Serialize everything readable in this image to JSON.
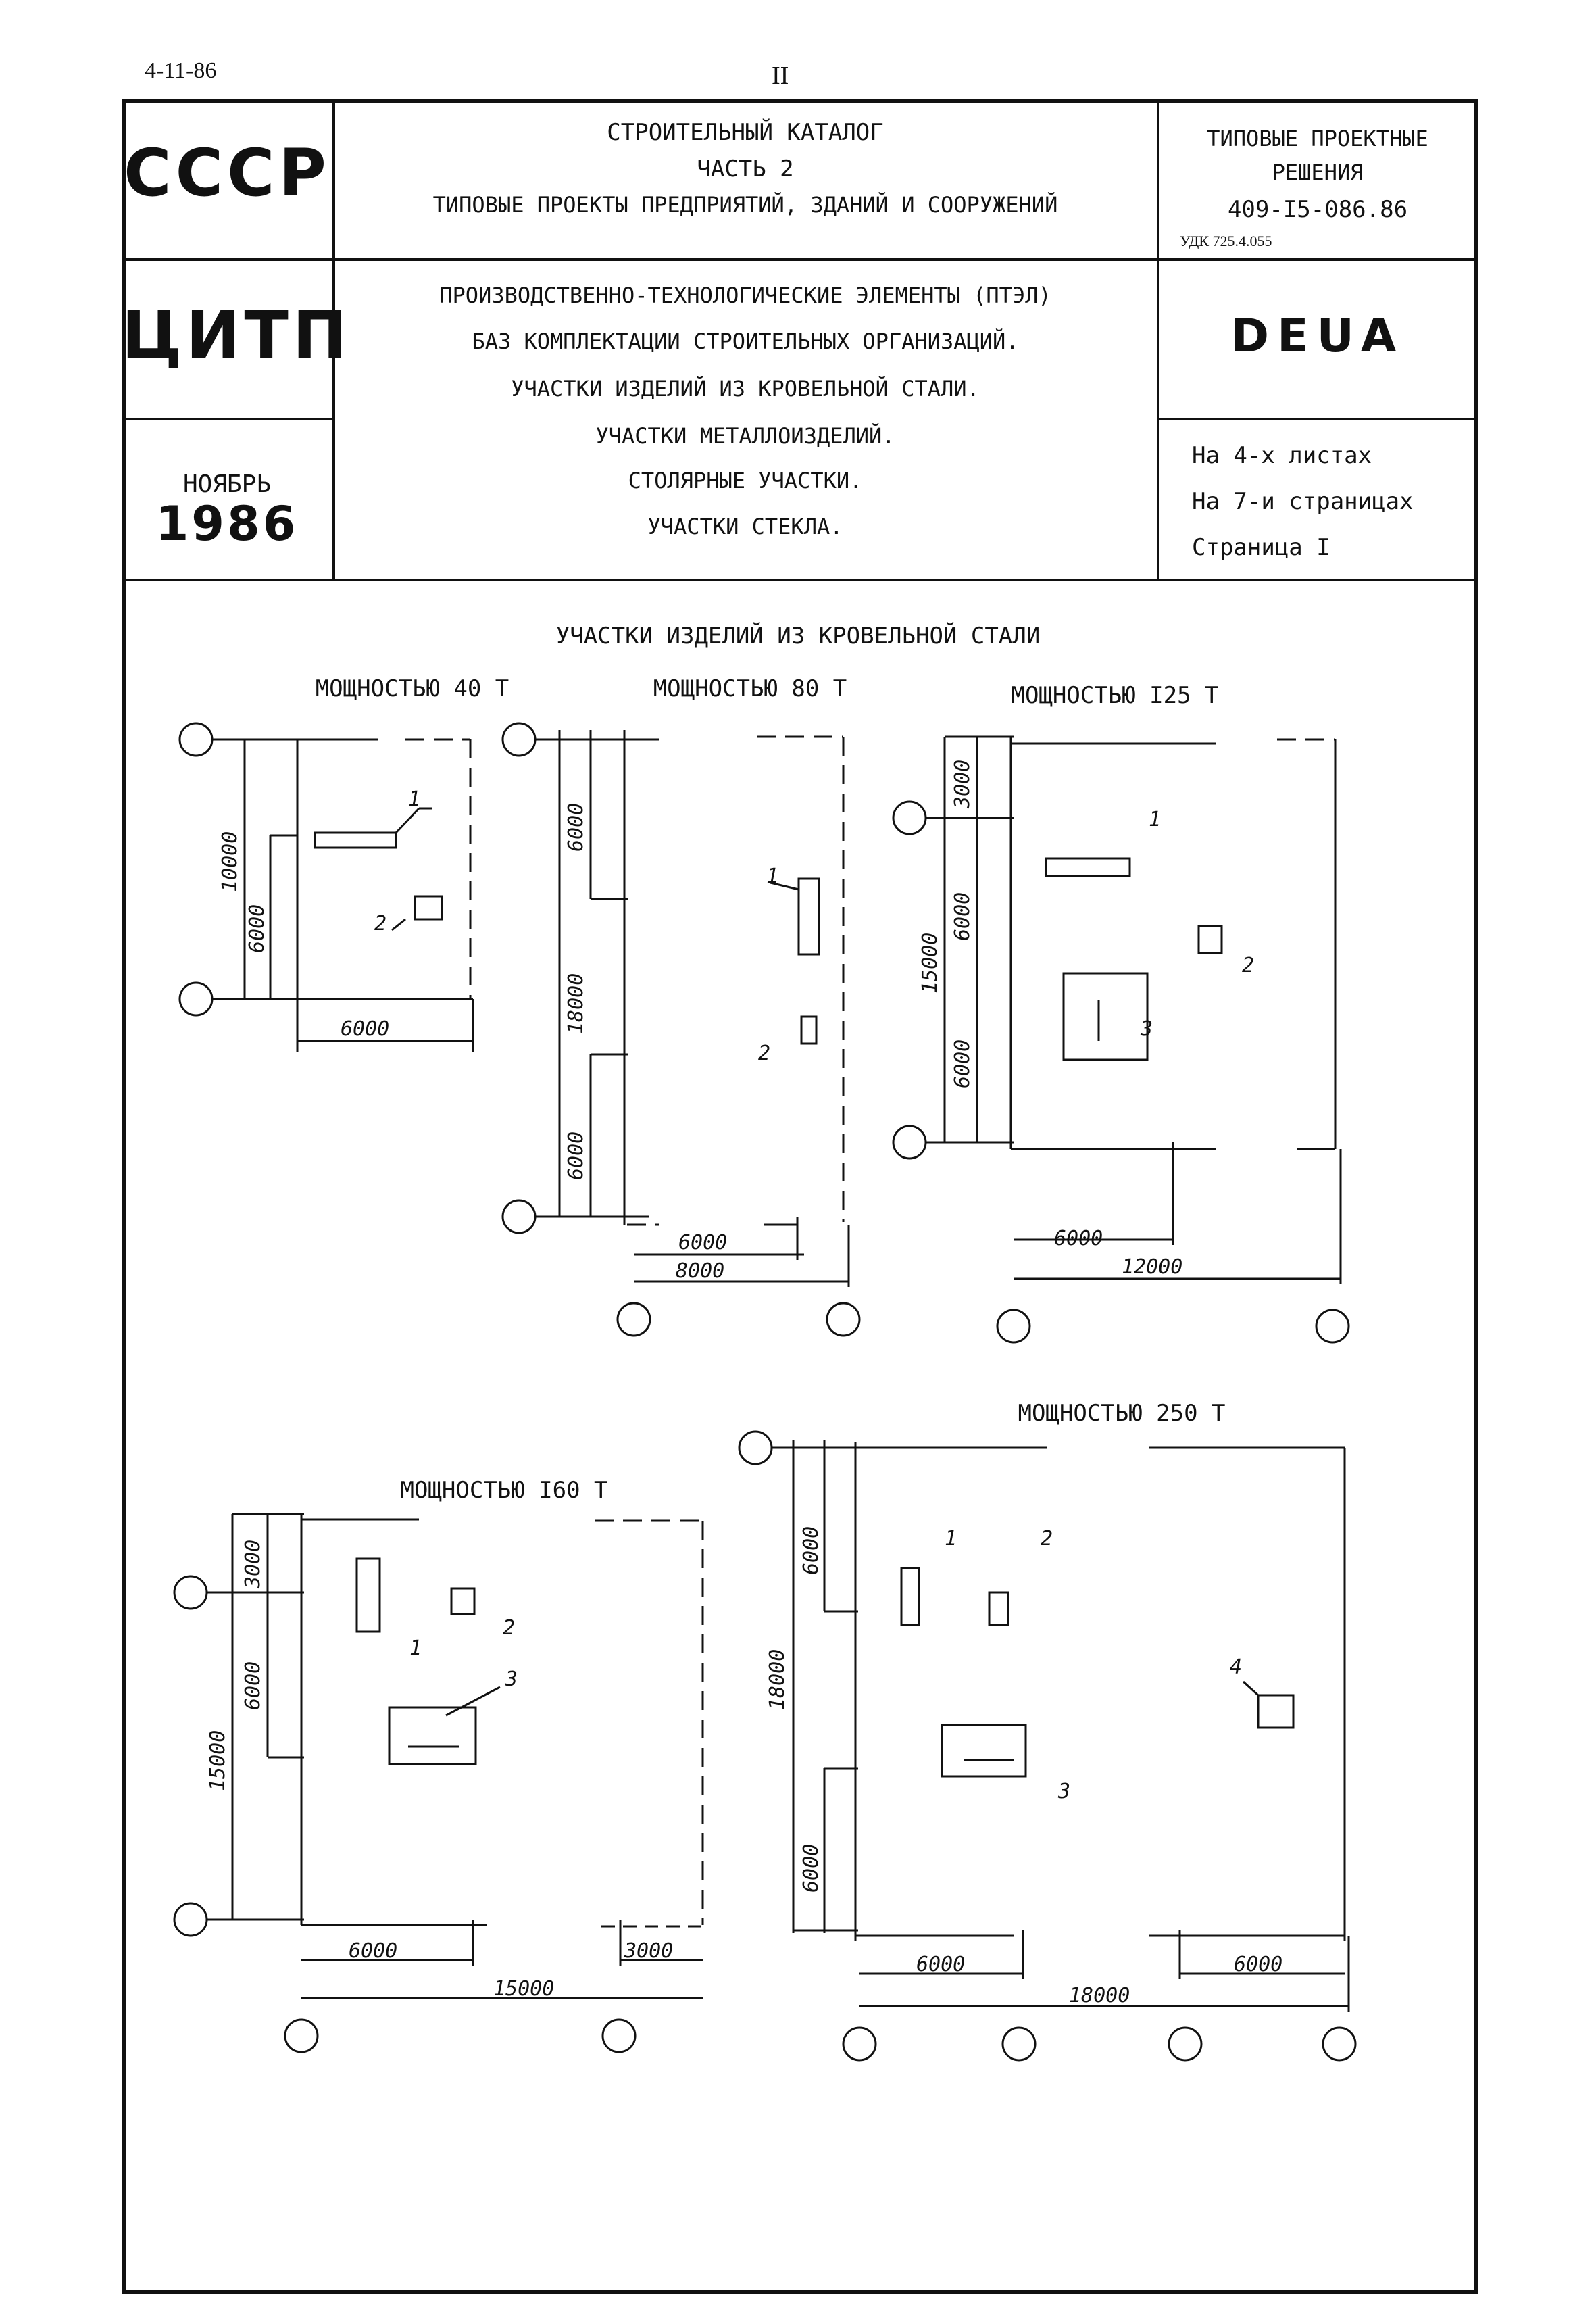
{
  "page": {
    "top_left_code": "4-11-86",
    "page_number": "II"
  },
  "title_block": {
    "org1": "СССР",
    "org2": "ЦИТП",
    "month": "НОЯБРЬ",
    "year": "1986",
    "catalog_line1": "СТРОИТЕЛЬНЫЙ КАТАЛОГ",
    "catalog_line2": "ЧАСТЬ 2",
    "catalog_line3": "ТИПОВЫЕ ПРОЕКТЫ ПРЕДПРИЯТИЙ, ЗДАНИЙ И СООРУЖЕНИЙ",
    "desc_lines": [
      "ПРОИЗВОДСТВЕННО-ТЕХНОЛОГИЧЕСКИЕ ЭЛЕМЕНТЫ (ПТЭЛ)",
      "БАЗ КОМПЛЕКТАЦИИ СТРОИТЕЛЬНЫХ ОРГАНИЗАЦИЙ.",
      "УЧАСТКИ ИЗДЕЛИЙ ИЗ КРОВЕЛЬНОЙ СТАЛИ.",
      "УЧАСТКИ МЕТАЛЛОИЗДЕЛИЙ.",
      "СТОЛЯРНЫЕ УЧАСТКИ.",
      "УЧАСТКИ СТЕКЛА."
    ],
    "type_line1": "ТИПОВЫЕ ПРОЕКТНЫЕ",
    "type_line2": "РЕШЕНИЯ",
    "project_code": "409-I5-086.86",
    "udk": "УДК 725.4.055",
    "code": "DEUA",
    "sheets": "На 4-х листах",
    "pages": "На 7-и страницах",
    "page_label": "Страница I"
  },
  "drawing": {
    "heading": "УЧАСТКИ ИЗДЕЛИЙ ИЗ КРОВЕЛЬНОЙ СТАЛИ",
    "plans": [
      {
        "title": "МОЩНОСТЬЮ 40 Т",
        "dims": [
          "10000",
          "6000",
          "6000"
        ],
        "labels": [
          "1",
          "2"
        ]
      },
      {
        "title": "МОЩНОСТЬЮ 80 Т",
        "dims": [
          "6000",
          "18000",
          "6000",
          "6000",
          "8000"
        ],
        "labels": [
          "1",
          "2"
        ]
      },
      {
        "title": "МОЩНОСТЬЮ I25 Т",
        "dims": [
          "3000",
          "6000",
          "15000",
          "6000",
          "6000",
          "12000"
        ],
        "labels": [
          "1",
          "2",
          "3"
        ]
      },
      {
        "title": "МОЩНОСТЬЮ I60 Т",
        "dims": [
          "3000",
          "6000",
          "15000",
          "6000",
          "3000",
          "15000"
        ],
        "labels": [
          "1",
          "2",
          "3"
        ]
      },
      {
        "title": "МОЩНОСТЬЮ 250 Т",
        "dims": [
          "6000",
          "18000",
          "6000",
          "6000",
          "6000",
          "18000"
        ],
        "labels": [
          "1",
          "2",
          "3",
          "4"
        ]
      }
    ]
  }
}
